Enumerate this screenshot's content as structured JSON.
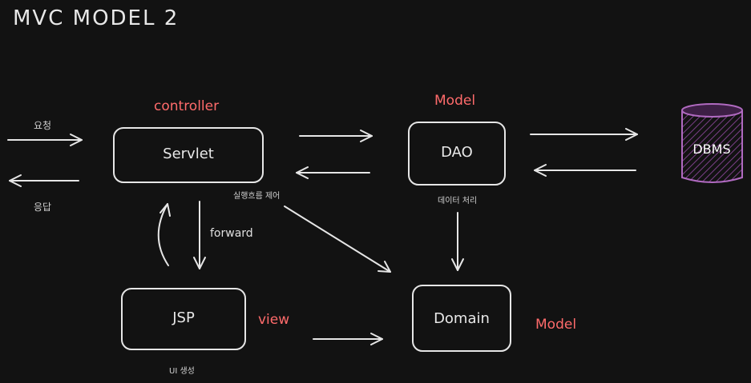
{
  "title": "MVC MODEL 2",
  "nodes": {
    "servlet": {
      "label": "Servlet",
      "role": "controller",
      "caption": "실행흐름 제어"
    },
    "dao": {
      "label": "DAO",
      "role": "Model",
      "caption": "데이터 처리"
    },
    "jsp": {
      "label": "JSP",
      "role": "view",
      "caption": "UI 생성"
    },
    "domain": {
      "label": "Domain",
      "role": "Model"
    },
    "dbms": {
      "label": "DBMS"
    }
  },
  "edges": {
    "request": "요청",
    "response": "응답",
    "forward": "forward"
  },
  "colors": {
    "background": "#121212",
    "stroke": "#e6e6e6",
    "accent": "#ff6b6b",
    "db_fill": "#3d1f45",
    "db_stroke": "#b06ac0"
  }
}
